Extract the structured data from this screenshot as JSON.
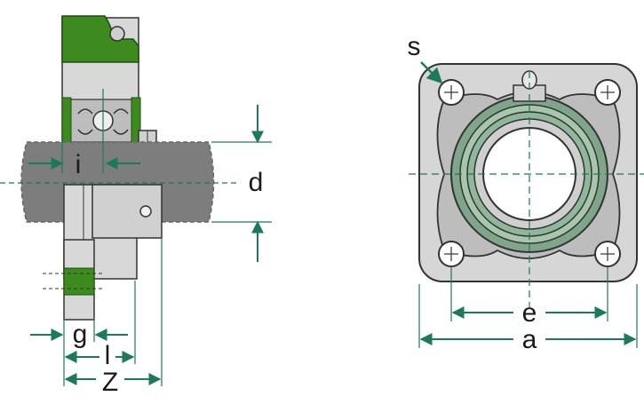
{
  "side_view": {
    "labels": {
      "i": "i",
      "d": "d",
      "g": "g",
      "l": "l",
      "z": "Z"
    }
  },
  "front_view": {
    "labels": {
      "s": "s",
      "e": "e",
      "a": "a"
    }
  },
  "colors": {
    "housing": "#d6d6d6",
    "shaft": "#7a7a7a",
    "seal_green": "#3d8a1e",
    "dimension_line": "#1a7a5a",
    "outline": "#333333"
  }
}
